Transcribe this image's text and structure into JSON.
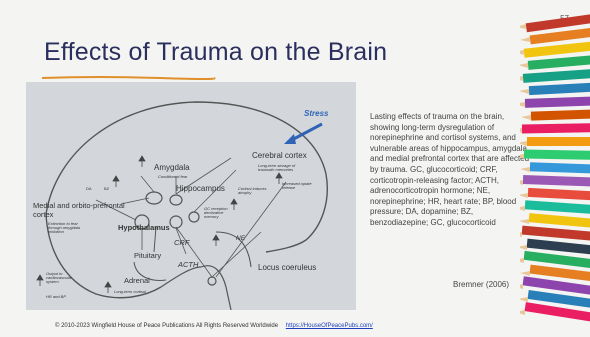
{
  "slide": {
    "page_number": "57",
    "title": "Effects of Trauma on the Brain",
    "caption": "Lasting effects of trauma on the brain, showing long-term dysregulation of norepinephrine and cortisol systems, and vulnerable areas of hippocampus, amygdala, and medial prefrontal cortex that are affected by trauma. GC, glucocorticoid; CRF, corticotropin-releasing factor; ACTH, adrenocorticotropin hormone; NE, norepinephrine; HR, heart rate; BP, blood pressure; DA, dopamine; BZ, benzodiazepine; GC, glucocorticoid",
    "citation": "Bremner (2006)"
  },
  "diagram": {
    "stress": "Stress",
    "cerebral_cortex": "Cerebral cortex",
    "long_term_storage": "Long-term storage of traumatic memories",
    "amygdala": "Amygdala",
    "conditioned_fear": "Conditioned fear",
    "hippocampus": "Hippocampus",
    "cortisol_atrophy": "Cortisol induces atrophy",
    "opiate_release": "Increased opiate release",
    "gc_reception": "GC reception declarative memory",
    "medial_prefrontal": "Medial and orbito-prefrontal cortex",
    "da": "DA",
    "bz": "BZ",
    "extinction": "Extinction to fear through amygdala inhibition",
    "hypothalamus": "Hypothalamus",
    "crf": "CRF",
    "pituitary": "Pituitary",
    "acth": "ACTH",
    "ne": "NE",
    "output_cardio": "Output to cardiovascular system",
    "hr_bp": "HR and BP",
    "adrenal": "Adrenal",
    "long_term_cortisol": "Long-term cortisol",
    "locus_coeruleus": "Locus coeruleus"
  },
  "footer": {
    "copyright": "© 2010-2023  Wingfield House of Peace Publications    All Rights Reserved Worldwide",
    "link": "https://HouseOfPeacePubs.com/"
  },
  "colors": {
    "title": "#2a2f5e",
    "accent_underline": "#e0902a",
    "stress_arrow": "#2f63b5",
    "link": "#1f3fbf"
  }
}
